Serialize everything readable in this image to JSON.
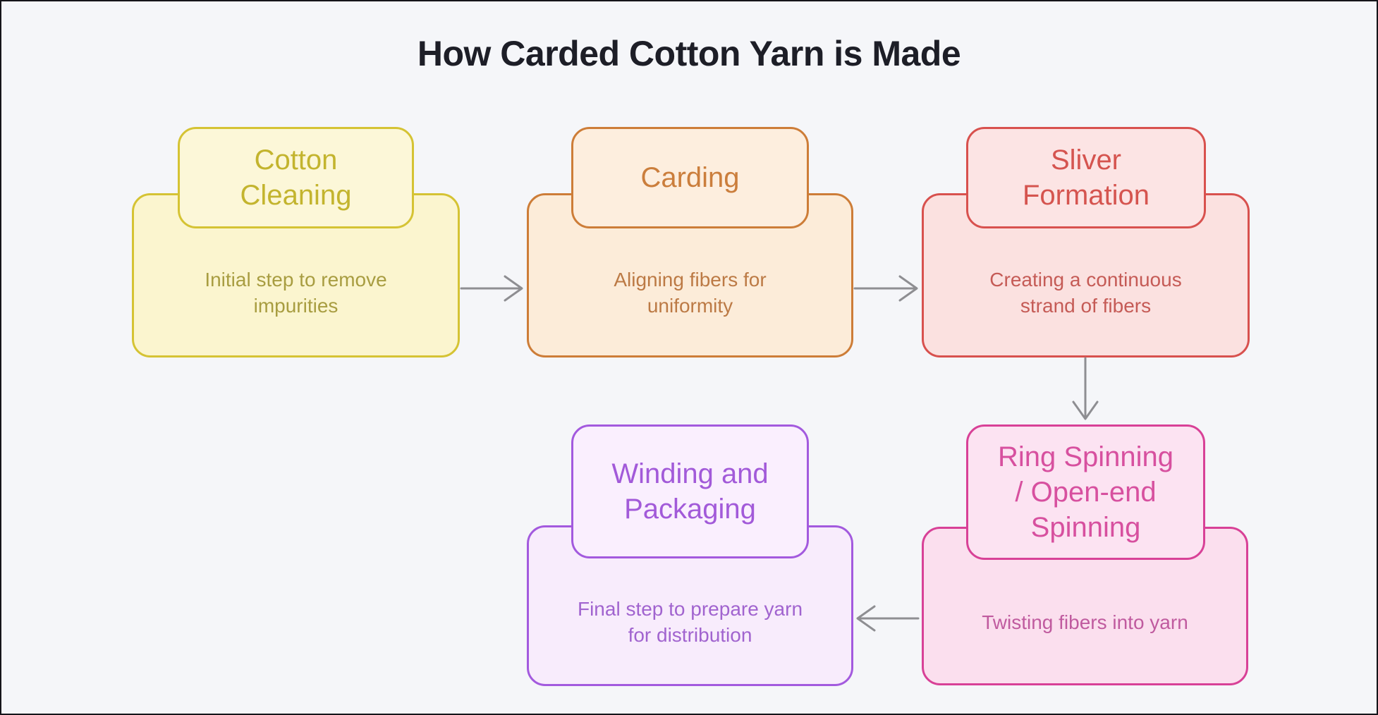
{
  "page": {
    "title": "How Carded Cotton Yarn is Made",
    "background": "#f5f6f9",
    "frame_color": "#15151a",
    "title_color": "#1d1e27",
    "arrow_color": "#8e8e92"
  },
  "steps": [
    {
      "id": "cotton-cleaning",
      "title": "Cotton\nCleaning",
      "description": "Initial step to remove\nimpurities",
      "colors": {
        "border": "#d5c334",
        "header_fill": "#fcf7d8",
        "body_fill": "#fbf5cf",
        "title": "#c3b42e",
        "text": "#a89d41"
      }
    },
    {
      "id": "carding",
      "title": "Carding",
      "description": "Aligning fibers for\nuniformity",
      "colors": {
        "border": "#cd7d38",
        "header_fill": "#fdeede",
        "body_fill": "#fcecd9",
        "title": "#cb7e3c",
        "text": "#bc7a45"
      }
    },
    {
      "id": "sliver-formation",
      "title": "Sliver\nFormation",
      "description": "Creating a continuous\nstrand of fibers",
      "colors": {
        "border": "#d8514e",
        "header_fill": "#fce4e4",
        "body_fill": "#fbe1e0",
        "title": "#d5544f",
        "text": "#c55b56"
      }
    },
    {
      "id": "winding-packaging",
      "title": "Winding and\nPackaging",
      "description": "Final step to prepare yarn\nfor distribution",
      "colors": {
        "border": "#a35ade",
        "header_fill": "#faeffe",
        "body_fill": "#f8ecfc",
        "title": "#a25ad9",
        "text": "#a164cf"
      }
    },
    {
      "id": "ring-spinning",
      "title": "Ring Spinning\n/ Open-end\nSpinning",
      "description": "Twisting fibers into yarn",
      "colors": {
        "border": "#d84197",
        "header_fill": "#fce3f2",
        "body_fill": "#fbdfee",
        "title": "#d7509f",
        "text": "#c05b9f"
      }
    }
  ],
  "edges": [
    {
      "from": "cotton-cleaning",
      "to": "carding",
      "direction": "right"
    },
    {
      "from": "carding",
      "to": "sliver-formation",
      "direction": "right"
    },
    {
      "from": "sliver-formation",
      "to": "ring-spinning",
      "direction": "down"
    },
    {
      "from": "ring-spinning",
      "to": "winding-packaging",
      "direction": "left"
    }
  ]
}
